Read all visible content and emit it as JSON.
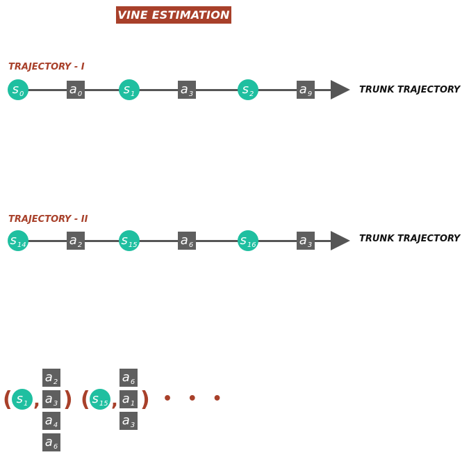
{
  "title": "VINE ESTIMATION",
  "trajectories": [
    {
      "label": "TRAJECTORY - I",
      "nodes": [
        {
          "kind": "state",
          "symbol": "s",
          "sub": "0"
        },
        {
          "kind": "action",
          "symbol": "a",
          "sub": "0"
        },
        {
          "kind": "state",
          "symbol": "s",
          "sub": "1"
        },
        {
          "kind": "action",
          "symbol": "a",
          "sub": "3"
        },
        {
          "kind": "state",
          "symbol": "s",
          "sub": "2"
        },
        {
          "kind": "action",
          "symbol": "a",
          "sub": "9"
        }
      ],
      "end_label": "TRUNK TRAJECTORY"
    },
    {
      "label": "TRAJECTORY - II",
      "nodes": [
        {
          "kind": "state",
          "symbol": "s",
          "sub": "14"
        },
        {
          "kind": "action",
          "symbol": "a",
          "sub": "2"
        },
        {
          "kind": "state",
          "symbol": "s",
          "sub": "15"
        },
        {
          "kind": "action",
          "symbol": "a",
          "sub": "6"
        },
        {
          "kind": "state",
          "symbol": "s",
          "sub": "16"
        },
        {
          "kind": "action",
          "symbol": "a",
          "sub": "3"
        }
      ],
      "end_label": "TRUNK TRAJECTORY"
    }
  ],
  "vine_groups": [
    {
      "state": {
        "symbol": "s",
        "sub": "1"
      },
      "actions": [
        {
          "symbol": "a",
          "sub": "2"
        },
        {
          "symbol": "a",
          "sub": "3"
        },
        {
          "symbol": "a",
          "sub": "4"
        },
        {
          "symbol": "a",
          "sub": "6"
        }
      ]
    },
    {
      "state": {
        "symbol": "s",
        "sub": "15"
      },
      "actions": [
        {
          "symbol": "a",
          "sub": "6"
        },
        {
          "symbol": "a",
          "sub": "1"
        },
        {
          "symbol": "a",
          "sub": "3"
        }
      ]
    }
  ],
  "punctuation": {
    "open": "(",
    "close": ")",
    "comma": ",",
    "ellipsis": "• • •"
  },
  "colors": {
    "accent": "#a8402a",
    "state": "#1fbfa0",
    "action": "#5f5f5f",
    "line": "#555555"
  }
}
